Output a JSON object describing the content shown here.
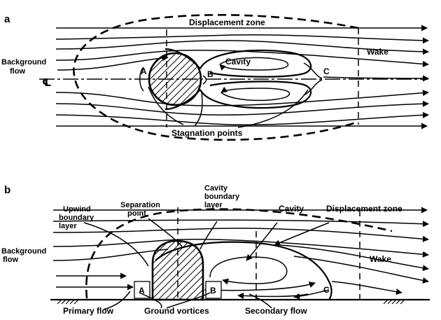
{
  "panel_a": {
    "letter": "a",
    "displacement_zone": "Displacement zone",
    "background_flow": [
      "Background",
      "flow"
    ],
    "centerline": "℄",
    "cavity": "Cavity",
    "wake": "Wake",
    "point_a": "A",
    "point_b": "B",
    "point_c": "C",
    "stagnation_points": "Stagnation points"
  },
  "panel_b": {
    "letter": "b",
    "upwind_boundary_layer": [
      "Upwind",
      "boundary",
      "layer"
    ],
    "separation_point": [
      "Separation",
      "point"
    ],
    "cavity_boundary_layer": [
      "Cavity",
      "boundary",
      "layer"
    ],
    "cavity": "Cavity",
    "displacement_zone": "Displacement zone",
    "background_flow": [
      "Background",
      "flow"
    ],
    "wake": "Wake",
    "point_a": "A",
    "point_b": "B",
    "point_c": "C",
    "primary_flow": "Primary flow",
    "ground_vortices": "Ground vortices",
    "secondary_flow": "Secondary flow"
  }
}
